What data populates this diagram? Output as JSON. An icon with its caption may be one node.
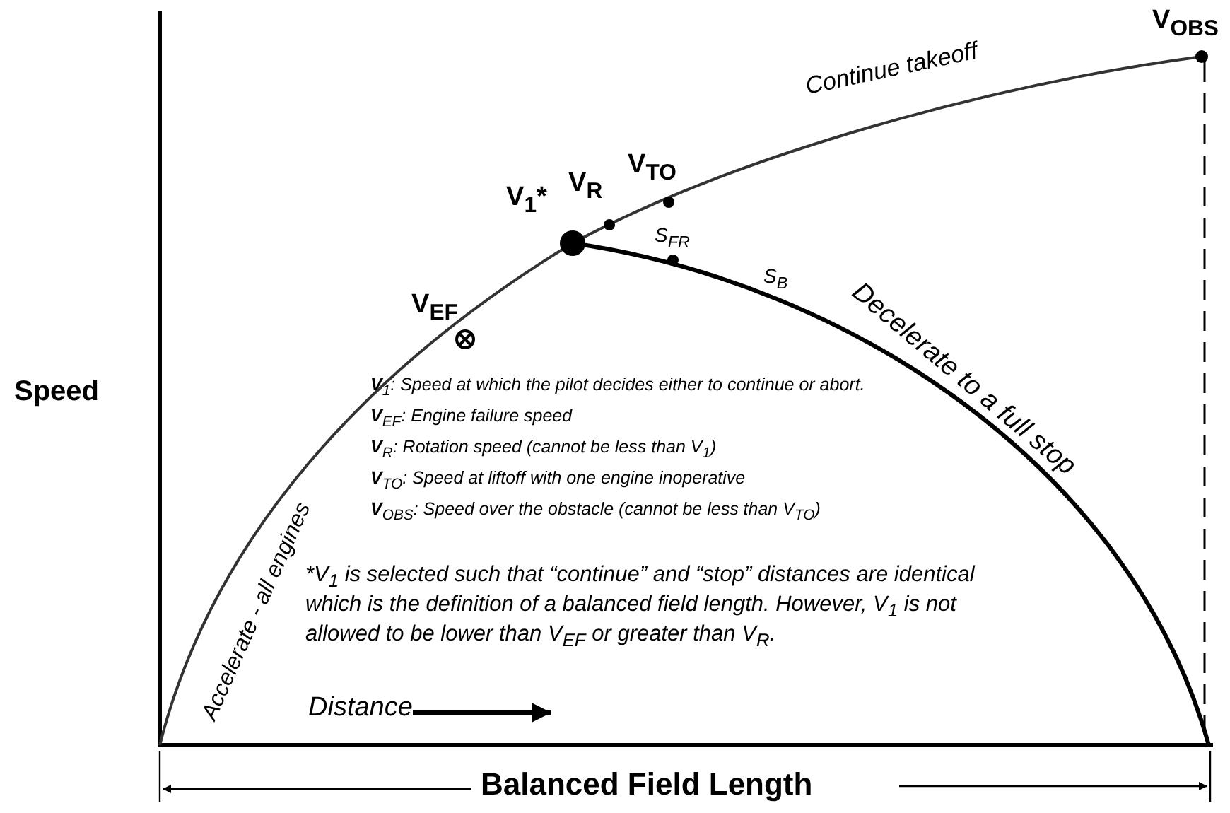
{
  "diagram": {
    "labels": [
      "V$_{OBS}$",
      "Continue takeoff",
      "V$_{TO}$",
      "V$_{R}$",
      "V$_{1}$*",
      "S$_{FR}$",
      "V$_{EF}$",
      "S$_{B}$",
      "Decelerate to a full stop",
      "Speed",
      "Accelerate - all engines",
      "**V**$_{1}$: Speed at which the pilot decides either to continue or abort.",
      "**V**$_{EF}$: Engine failure speed",
      "**V**$_{R}$: Rotation speed (cannot be less than V$_{1}$)",
      "**V**$_{TO}$: Speed at liftoff with one engine inoperative",
      "**V**$_{OBS}$: Speed over the obstacle (cannot be less than V$_{TO}$)",
      "*V$_{1}$ is selected such that “continue” and “stop” distances are identical which is the definition of a balanced field length. However, V$_{1}$ is not allowed to be lower than V$_{EF}$ or greater than V$_{R}$.",
      "Distance",
      "Balanced Field Length"
    ]
  }
}
